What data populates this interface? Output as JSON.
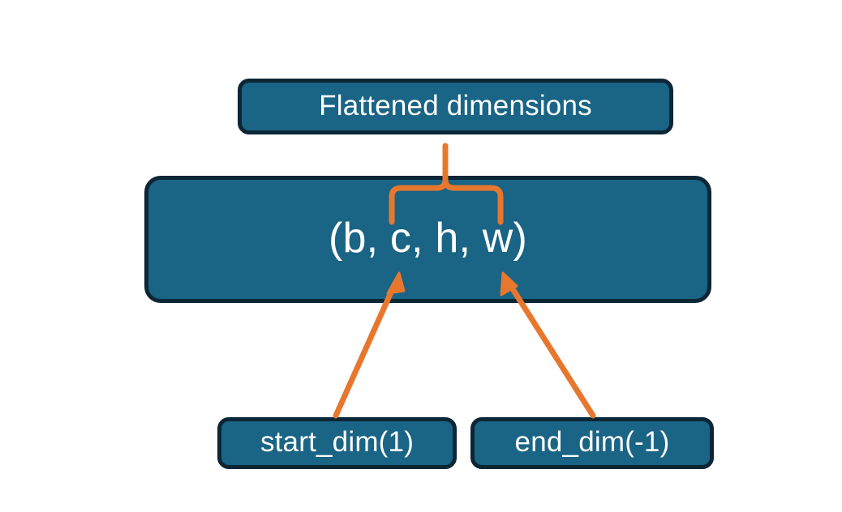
{
  "diagram": {
    "title": "Flatten dimensions diagram",
    "background_color": "#ffffff",
    "node_fill_color": "#1a6485",
    "node_border_color": "#0c2636",
    "node_text_color": "#ffffff",
    "connector_color": "#e8772e",
    "nodes": {
      "flattened": {
        "label": "Flattened dimensions"
      },
      "shape": {
        "label": "(b, c, h, w)"
      },
      "start_dim": {
        "label": "start_dim(1)"
      },
      "end_dim": {
        "label": "end_dim(-1)"
      }
    },
    "connectors": {
      "brace": {
        "name": "curly-brace-connector",
        "points_from": "Flattened dimensions",
        "spans": "c, h, w"
      },
      "start_arrow": {
        "name": "start-dim-arrow",
        "points_from": "start_dim(1)",
        "points_to": "c"
      },
      "end_arrow": {
        "name": "end-dim-arrow",
        "points_from": "end_dim(-1)",
        "points_to": "w"
      }
    }
  }
}
